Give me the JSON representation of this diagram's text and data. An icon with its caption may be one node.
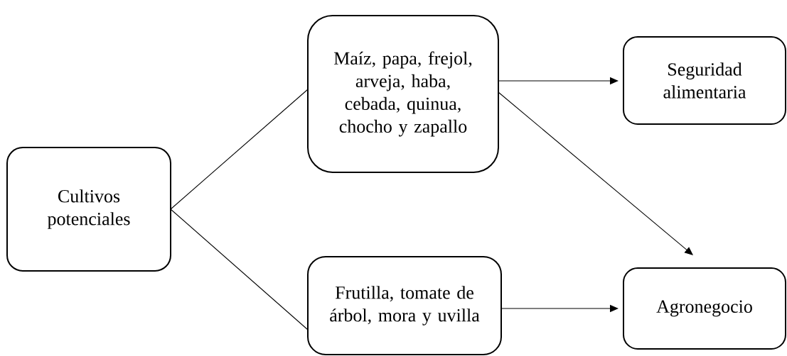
{
  "diagram": {
    "nodes": [
      {
        "text": [
          "Cultivos potenciales"
        ]
      },
      {
        "text": [
          "Maíz, papa, frejol, arveja, haba, cebada, quinua, chocho y zapallo"
        ]
      },
      {
        "text": [
          "Frutilla, tomate de árbol, mora y uvilla"
        ]
      },
      {
        "text": [
          "Seguridad alimentaria"
        ]
      },
      {
        "text": [
          "Agronegocio"
        ]
      }
    ],
    "edges": [
      {
        "from": 0,
        "to": 1,
        "arrow": "none"
      },
      {
        "from": 0,
        "to": 2,
        "arrow": "none"
      },
      {
        "from": 1,
        "to": 3,
        "arrow": "to"
      },
      {
        "from": 1,
        "to": 4,
        "arrow": "to"
      },
      {
        "from": 2,
        "to": 4,
        "arrow": "to"
      }
    ]
  }
}
